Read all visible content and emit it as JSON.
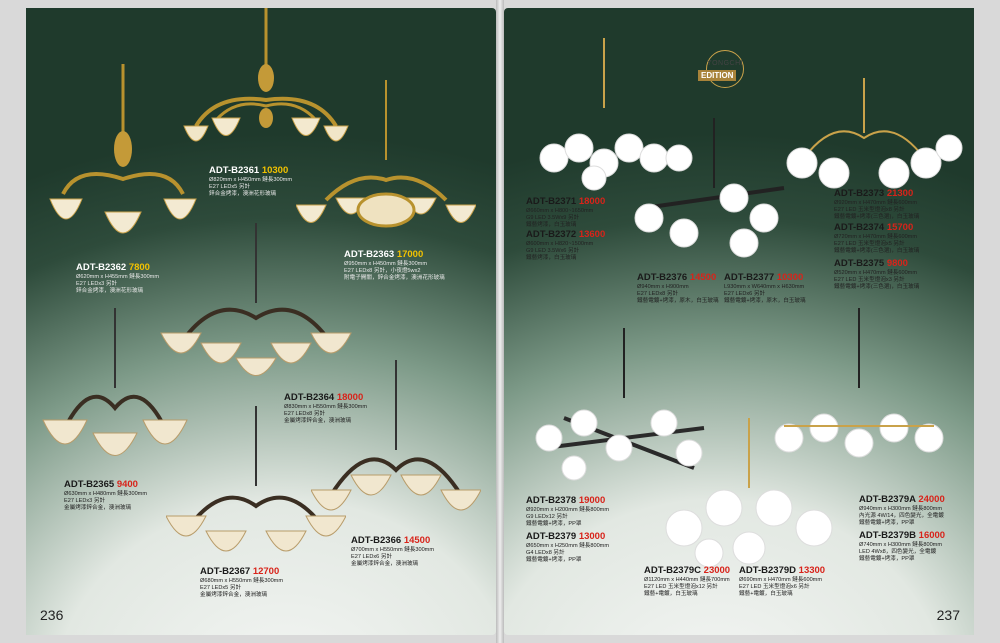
{
  "brand": {
    "line1": "YONGCHI",
    "line2": "EDITION"
  },
  "pages": {
    "left_number": "236",
    "right_number": "237"
  },
  "left_items": [
    {
      "code": "ADT-B2361",
      "price": "10300",
      "specs": [
        "Ø820mm x H450mm 鏈長300mm",
        "E27 LEDx5 另計",
        "鋅合金烤漆，澳洲花形玻璃"
      ]
    },
    {
      "code": "ADT-B2362",
      "price": "7800",
      "specs": [
        "Ø620mm x H455mm 鏈長300mm",
        "E27 LEDx3 另計",
        "鋅合金烤漆，澳洲花形玻璃"
      ]
    },
    {
      "code": "ADT-B2363",
      "price": "17000",
      "specs": [
        "Ø950mm x H450mm 鏈長300mm",
        "E27 LEDx8 另計，小夜燈5wx2",
        "附電子開關，鋅合金烤漆，澳洲花形玻璃"
      ]
    },
    {
      "code": "ADT-B2364",
      "price": "18000",
      "specs": [
        "Ø830mm x H550mm 鏈長300mm",
        "E27 LEDx8 另計",
        "金屬烤漆鋅合金，澳洲玻璃"
      ]
    },
    {
      "code": "ADT-B2365",
      "price": "9400",
      "specs": [
        "Ø630mm x H480mm 鏈長300mm",
        "E27 LEDx3 另計",
        "金屬烤漆鋅合金，澳洲玻璃"
      ]
    },
    {
      "code": "ADT-B2366",
      "price": "14500",
      "specs": [
        "Ø700mm x H550mm 鏈長300mm",
        "E27 LEDx6 另計",
        "金屬烤漆鋅合金，澳洲玻璃"
      ]
    },
    {
      "code": "ADT-B2367",
      "price": "12700",
      "specs": [
        "Ø680mm x H550mm 鏈長300mm",
        "E27 LEDx5 另計",
        "金屬烤漆鋅合金，澳洲玻璃"
      ]
    }
  ],
  "right_items": [
    {
      "code": "ADT-B2371",
      "price": "18000",
      "specs": [
        "Ø660mm x H800~1650mm",
        "G9 LED 3.5Wx9 另計",
        "鐵藝烤漆，白玉玻璃"
      ]
    },
    {
      "code": "ADT-B2372",
      "price": "13600",
      "specs": [
        "Ø600mm x H820~1500mm",
        "G9 LED 3.5Wx6 另計",
        "鐵藝烤漆，白玉玻璃"
      ]
    },
    {
      "code": "ADT-B2373",
      "price": "21300",
      "specs": [
        "Ø920mm x H470mm 鏈長600mm",
        "E27 LED 玉米型燈泡x8 另計",
        "鐵藝電鍍+烤漆(三色選)，白玉玻璃"
      ]
    },
    {
      "code": "ADT-B2374",
      "price": "15700",
      "specs": [
        "Ø720mm x H470mm 鏈長600mm",
        "E27 LED 玉米型燈泡x5 另計",
        "鐵藝電鍍+烤漆(三色選)，白玉玻璃"
      ]
    },
    {
      "code": "ADT-B2375",
      "price": "9800",
      "specs": [
        "Ø520mm x H470mm 鏈長600mm",
        "E27 LED 玉米型燈泡x3 另計",
        "鐵藝電鍍+烤漆(三色選)，白玉玻璃"
      ]
    },
    {
      "code": "ADT-B2376",
      "price": "14500",
      "specs": [
        "Ø940mm x H900mm",
        "E27 LEDx8 另計",
        "鐵藝電鍍+烤漆，原木，白玉玻璃"
      ]
    },
    {
      "code": "ADT-B2377",
      "price": "10300",
      "specs": [
        "L930mm x W640mm x H630mm",
        "E27 LEDx6 另計",
        "鐵藝電鍍+烤漆，原木，白玉玻璃"
      ]
    },
    {
      "code": "ADT-B2378",
      "price": "19000",
      "specs": [
        "Ø920mm x H200mm 鏈長800mm",
        "G9 LEDx12 另計",
        "鐵藝電鍍+烤漆，PP罩"
      ]
    },
    {
      "code": "ADT-B2379",
      "price": "13000",
      "specs": [
        "Ø650mm x H250mm 鏈長800mm",
        "G4 LEDx8 另計",
        "鐵藝電鍍+烤漆，PP罩"
      ]
    },
    {
      "code": "ADT-B2379A",
      "price": "24000",
      "specs": [
        "Ø940mm x H300mm 鏈長800mm",
        "內光源 4W/14，四色變光，全電鍍",
        "鐵藝電鍍+烤漆，PP罩"
      ]
    },
    {
      "code": "ADT-B2379B",
      "price": "16000",
      "specs": [
        "Ø740mm x H300mm 鏈長800mm",
        "LED 4Wx8，四色變光，全電鍍",
        "鐵藝電鍍+烤漆，PP罩"
      ]
    },
    {
      "code": "ADT-B2379C",
      "price": "23000",
      "specs": [
        "Ø1120mm x H440mm 鏈長700mm",
        "E27 LED 玉米型燈泡x12 另計",
        "鐵藝+電鍍，白玉玻璃"
      ]
    },
    {
      "code": "ADT-B2379D",
      "price": "13300",
      "specs": [
        "Ø690mm x H470mm 鏈長600mm",
        "E27 LED 玉米型燈泡x6 另計",
        "鐵藝+電鍍，白玉玻璃"
      ]
    }
  ]
}
